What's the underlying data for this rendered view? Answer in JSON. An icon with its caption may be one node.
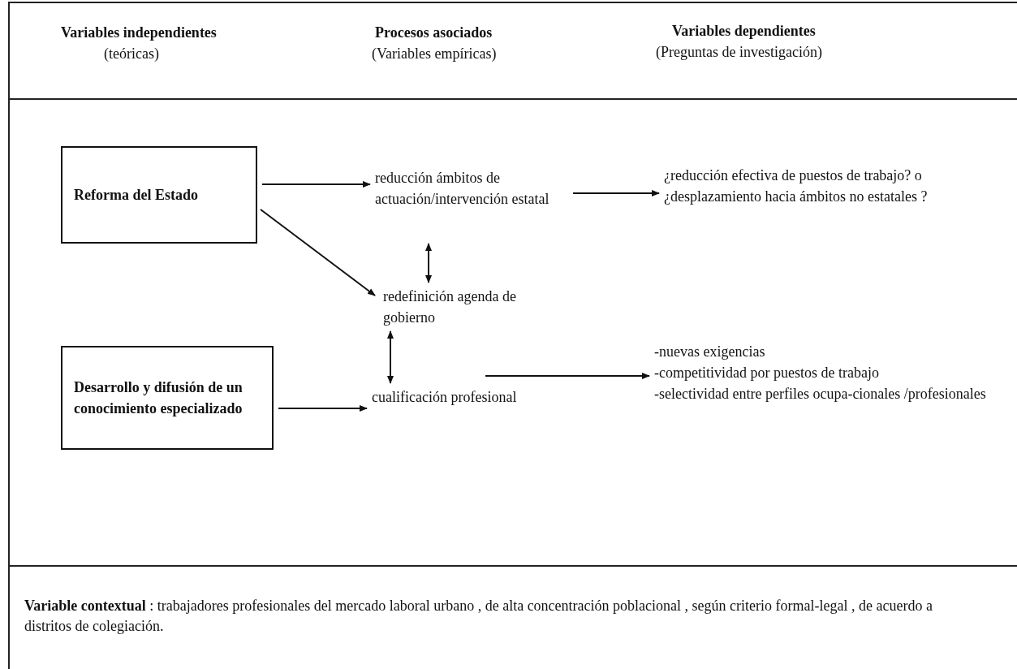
{
  "diagram": {
    "nodes": [
      {
        "text": [
          "Reforma del Estado"
        ]
      },
      {
        "text": [
          "Desarrollo y difusión de un conocimiento especializado"
        ]
      },
      {
        "text": [
          "reducción ámbitos de actuación/intervención estatal"
        ]
      },
      {
        "text": [
          "redefinición agenda de gobierno"
        ]
      },
      {
        "text": [
          "cualificación profesional"
        ]
      },
      {
        "text": [
          "¿reducción efectiva de puestos de trabajo? o ¿desplazamiento hacia ámbitos no estatales ?"
        ]
      },
      {
        "text": [
          "-nuevas exigencias",
          "-competitividad por puestos de trabajo",
          "-selectividad entre perfiles ocupa-cionales /profesionales"
        ]
      }
    ],
    "edges": [
      {
        "from": 0,
        "to": 2,
        "arrow": "to"
      },
      {
        "from": 0,
        "to": 3,
        "arrow": "to"
      },
      {
        "from": 2,
        "to": 5,
        "arrow": "to"
      },
      {
        "from": 2,
        "to": 3,
        "arrow": "both"
      },
      {
        "from": 3,
        "to": 4,
        "arrow": "both"
      },
      {
        "from": 1,
        "to": 4,
        "arrow": "to"
      },
      {
        "from": 4,
        "to": 6,
        "arrow": "to"
      }
    ],
    "labels": [
      "Variables independientes",
      "(teóricas)",
      "Procesos asociados",
      "(Variables empíricas)",
      "Variables dependientes",
      "(Preguntas de investigación)",
      "**Variable contextual** : trabajadores profesionales del mercado laboral urbano , de alta concentración poblacional , según criterio formal-legal , de acuerdo a distritos de colegiación."
    ]
  }
}
